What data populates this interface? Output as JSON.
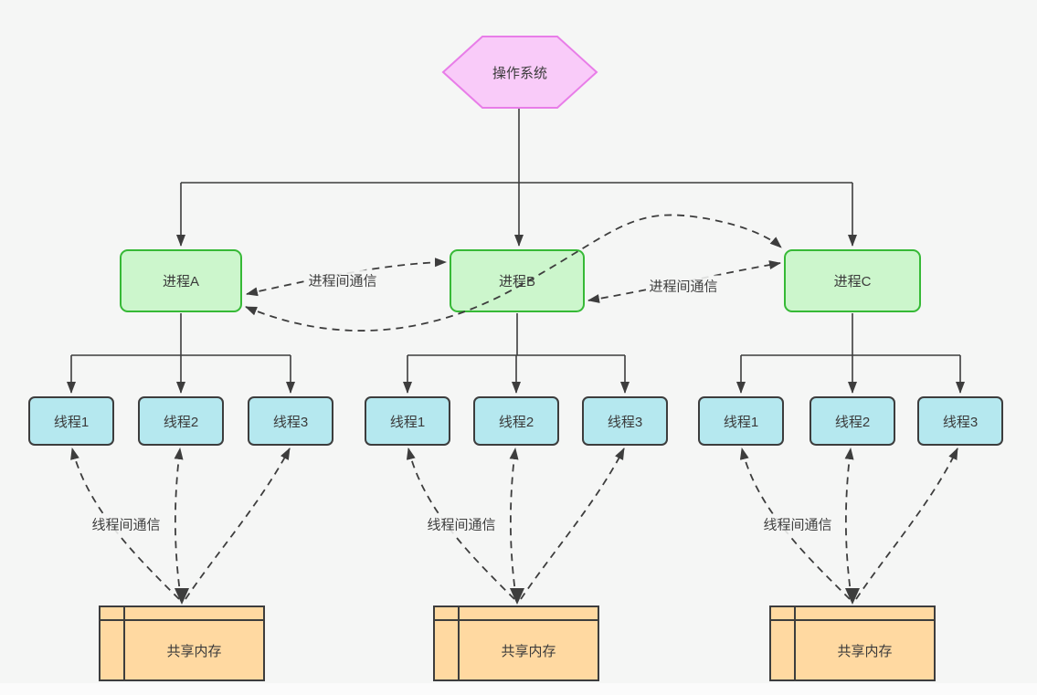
{
  "os": {
    "label": "操作系统",
    "shape": "hexagon"
  },
  "groups": [
    {
      "process": "进程A",
      "threads": [
        "线程1",
        "线程2",
        "线程3"
      ],
      "memory": "共享内存"
    },
    {
      "process": "进程B",
      "threads": [
        "线程1",
        "线程2",
        "线程3"
      ],
      "memory": "共享内存"
    },
    {
      "process": "进程C",
      "threads": [
        "线程1",
        "线程2",
        "线程3"
      ],
      "memory": "共享内存"
    }
  ],
  "labels": {
    "ipc": [
      "进程间通信",
      "进程间通信"
    ],
    "itc": [
      "线程间通信",
      "线程间通信",
      "线程间通信"
    ]
  },
  "colors": {
    "background": "#f5f6f5",
    "os_fill": "#f9cbf9",
    "os_stroke": "#e87de8",
    "process_fill": "#ccf6cc",
    "process_stroke": "#36b936",
    "thread_fill": "#b5e8ef",
    "thread_stroke": "#3d3d3d",
    "memory_fill": "#ffd9a1",
    "memory_stroke": "#3d3d3d",
    "edge": "#3d3d3d"
  }
}
